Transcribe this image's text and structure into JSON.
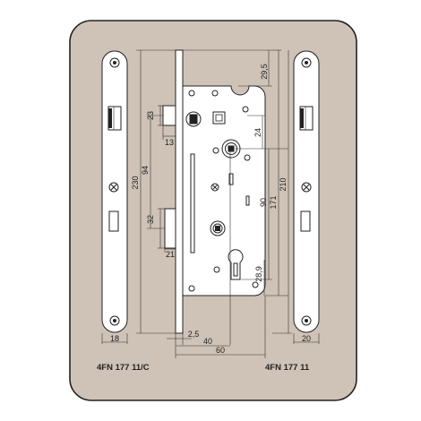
{
  "colors": {
    "background": "#cfc3b7",
    "border": "#222222",
    "metal": "#ffffff",
    "line": "#222222"
  },
  "dimensions": {
    "d29_5": "29,5",
    "d23": "23",
    "d13": "13",
    "d24": "24",
    "d230": "230",
    "d94": "94",
    "d171": "171",
    "d90": "90",
    "d210": "210",
    "d32": "32",
    "d21": "21",
    "d28_9": "28,9",
    "d18": "18",
    "d20": "20",
    "d2_5": "2,5",
    "d40": "40",
    "d60": "60"
  },
  "captions": {
    "left": "4FN 177 11/C",
    "right": "4FN 177 11"
  }
}
